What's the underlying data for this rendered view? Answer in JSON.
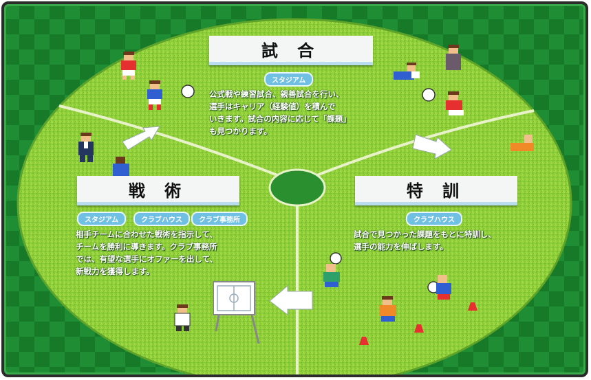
{
  "sections": {
    "match": {
      "title": "試 合",
      "tags": [
        "スタジアム"
      ],
      "lines": [
        "公式戦や練習試合、親善試合を行い、",
        "選手はキャリア（経験値）を積んで",
        "いきます。試合の内容に応じて「課題」",
        "も見つかります。"
      ]
    },
    "training": {
      "title": "特 訓",
      "tags": [
        "クラブハウス"
      ],
      "lines": [
        "試合で見つかった課題をもとに特訓し、",
        "選手の能力を伸ばします。"
      ]
    },
    "tactics": {
      "title": "戦 術",
      "tags": [
        "スタジアム",
        "クラブハウス",
        "クラブ事務所"
      ],
      "lines": [
        "相手チームに合わせた戦術を指示して、",
        "チームを勝利に導きます。クラブ事務所",
        "では、有望な選手にオファーを出して、",
        "新戦力を獲得します。"
      ]
    }
  },
  "colors": {
    "pitch_light": "#8fd13a",
    "pitch_dark": "#177a29",
    "title_underline": "#b9dcef",
    "tag_blue": "#6fc0e3"
  },
  "icons": [
    "arrow-icon",
    "soccer-ball-icon",
    "player-sprite",
    "tactics-board-icon",
    "training-cone-icon"
  ]
}
